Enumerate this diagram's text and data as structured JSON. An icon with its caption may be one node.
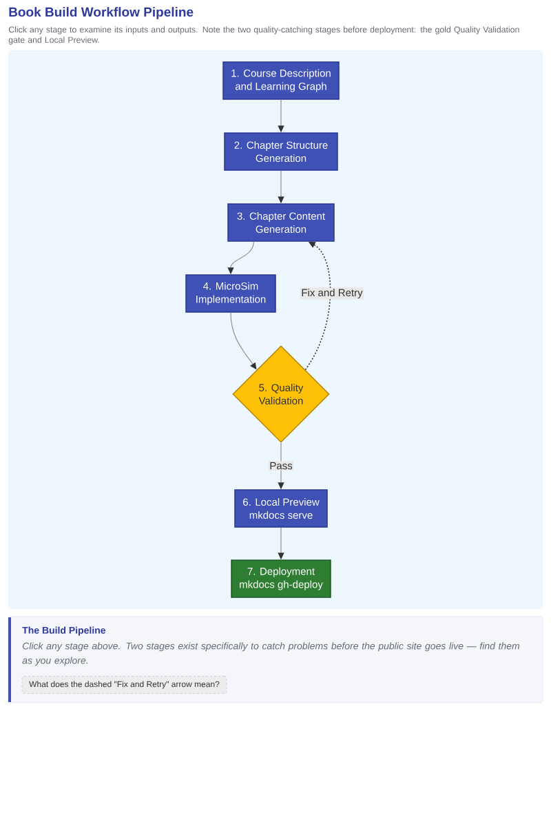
{
  "diagram": {
    "title": "Book Build Workflow Pipeline",
    "caption": "Click any stage to examine its inputs and outputs. Note the two quality-catching stages before deployment: the gold Quality Validation gate and Local Preview.",
    "nodes": [
      {
        "text": [
          "1. Course Description and Learning Graph"
        ]
      },
      {
        "text": [
          "2. Chapter Structure Generation"
        ]
      },
      {
        "text": [
          "3. Chapter Content Generation"
        ]
      },
      {
        "text": [
          "4. MicroSim Implementation"
        ]
      },
      {
        "text": [
          "5. Quality Validation"
        ]
      },
      {
        "text": [
          "6. Local Preview mkdocs serve"
        ]
      },
      {
        "text": [
          "7. Deployment mkdocs gh-deploy"
        ]
      },
      {
        "text": [
          "The Build Pipeline",
          "Click any stage above. Two stages exist specifically to catch problems before the public site goes live — find them as you explore."
        ]
      },
      {
        "text": [
          "What does the dashed \"Fix and Retry\" arrow mean?"
        ],
        "in": 7
      }
    ],
    "edges": [
      {
        "from": 0,
        "to": 1,
        "arrow": "to"
      },
      {
        "from": 1,
        "to": 2,
        "arrow": "to"
      },
      {
        "from": 2,
        "to": 3,
        "arrow": "to"
      },
      {
        "from": 3,
        "to": 4,
        "arrow": "to"
      },
      {
        "from": 4,
        "to": 2,
        "arrow": "to",
        "label": "Fix and Retry",
        "style": "dashed",
        "color": "#333333"
      },
      {
        "from": 4,
        "to": 5,
        "arrow": "to",
        "label": "Pass"
      },
      {
        "from": 5,
        "to": 6,
        "arrow": "to"
      }
    ]
  }
}
